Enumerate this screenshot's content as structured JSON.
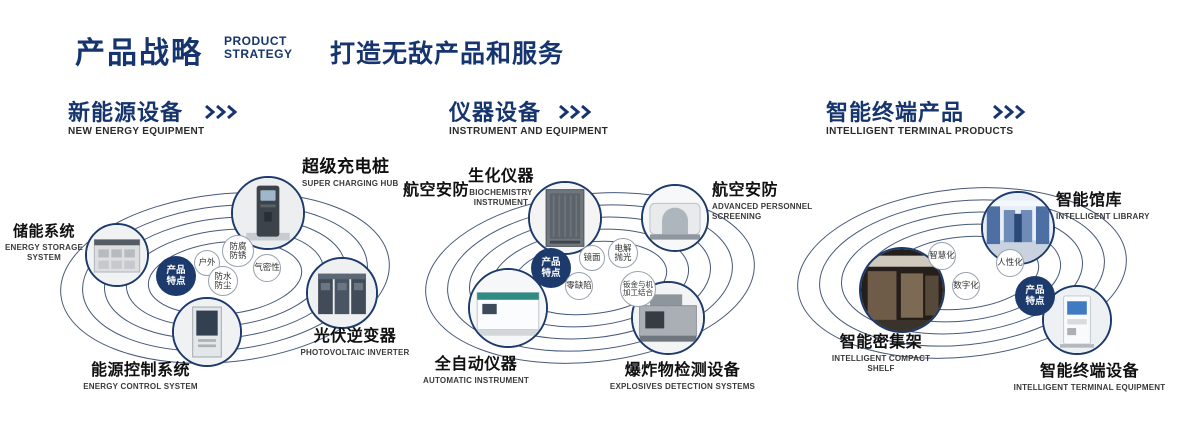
{
  "header": {
    "title": "产品战略",
    "subtitle": [
      "PRODUCT",
      "STRATEGY"
    ],
    "slogan": "打造无敌产品和服务"
  },
  "colors": {
    "navy": "#16356e",
    "orbit_line": "#46587a",
    "text_dark": "#101010"
  },
  "sections": [
    {
      "title": "新能源设备",
      "subtitle": "NEW ENERGY EQUIPMENT",
      "center_badge": "产品特点",
      "features": [
        "防腐防锈",
        "户外",
        "气密性",
        "防水防尘"
      ],
      "products": [
        {
          "name": "超级充电桩",
          "en": "SUPER CHARGING HUB",
          "image": "charging-pile-photo"
        },
        {
          "name": "储能系统",
          "en": "ENERGY STORAGE SYSTEM",
          "image": "storage-cabinet-photo"
        },
        {
          "name": "光伏逆变器",
          "en": "PHOTOVOLTAIC INVERTER",
          "image": "inverter-cabinets-photo"
        },
        {
          "name": "能源控制系统",
          "en": "ENERGY CONTROL SYSTEM",
          "image": "control-cabinet-photo"
        }
      ]
    },
    {
      "title": "仪器设备",
      "subtitle": "INSTRUMENT AND EQUIPMENT",
      "center_badge": "产品特点",
      "side_label": "航空安防",
      "features": [
        "镜面",
        "电解抛光",
        "零缺陷",
        "钣金与机加工结合"
      ],
      "products": [
        {
          "name": "生化仪器",
          "en": "BIOCHEMISTRY INSTRUMENT",
          "image": "biochemistry-cabinet-photo"
        },
        {
          "name": "航空安防",
          "en": "ADVANCED PERSONNEL SCREENING",
          "image": "screening-machine-photo"
        },
        {
          "name": "全自动仪器",
          "en": "AUTOMATIC INSTRUMENT",
          "image": "automatic-instrument-photo"
        },
        {
          "name": "爆炸物检测设备",
          "en": "EXPLOSIVES DETECTION SYSTEMS",
          "image": "explosives-detector-photo"
        }
      ]
    },
    {
      "title": "智能终端产品",
      "subtitle": "INTELLIGENT TERMINAL PRODUCTS",
      "center_badge": "产品特点",
      "features": [
        "智慧化",
        "人性化",
        "数字化"
      ],
      "products": [
        {
          "name": "智能馆库",
          "en": "INTELLIGENT LIBRARY",
          "image": "library-room-photo"
        },
        {
          "name": "智能密集架",
          "en": "INTELLIGENT COMPACT SHELF",
          "image": "compact-shelf-photo"
        },
        {
          "name": "智能终端设备",
          "en": "INTELLIGENT TERMINAL EQUIPMENT",
          "image": "terminal-kiosk-photo"
        }
      ]
    }
  ]
}
